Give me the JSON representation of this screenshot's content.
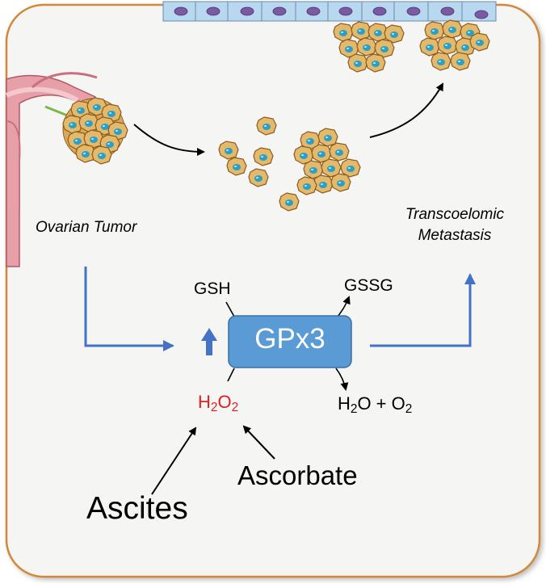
{
  "labels": {
    "ovarian_tumor": "Ovarian Tumor",
    "transcoelomic_line1": "Transcoelomic",
    "transcoelomic_line2": "Metastasis",
    "gsh": "GSH",
    "gssg": "GSSG",
    "enzyme": "GPx3",
    "h2o2_h": "H",
    "h2o2_2a": "2",
    "h2o2_o": "O",
    "h2o2_2b": "2",
    "water_h": "H",
    "water_2": "2",
    "water_rest": "O + O",
    "water_o2": "2",
    "ascorbate": "Ascorbate",
    "ascites": "Ascites"
  },
  "colors": {
    "panel_bg": "#f5f5f4",
    "panel_border": "#d2883a",
    "enzyme_fill": "#5b9bd5",
    "enzyme_text": "#ffffff",
    "flow_arrow": "#4472c4",
    "h2o2_text": "#e02020",
    "tissue_pink": "#e8a0a8",
    "mesothelial": "#b8d8f0",
    "cell_body": "#e4b96a",
    "cell_nucleus": "#2aa0c8"
  },
  "icons": {
    "upregulation": "up-arrow-icon",
    "ovary": "ovary-illustration",
    "cells": "cancer-cell-cluster"
  }
}
